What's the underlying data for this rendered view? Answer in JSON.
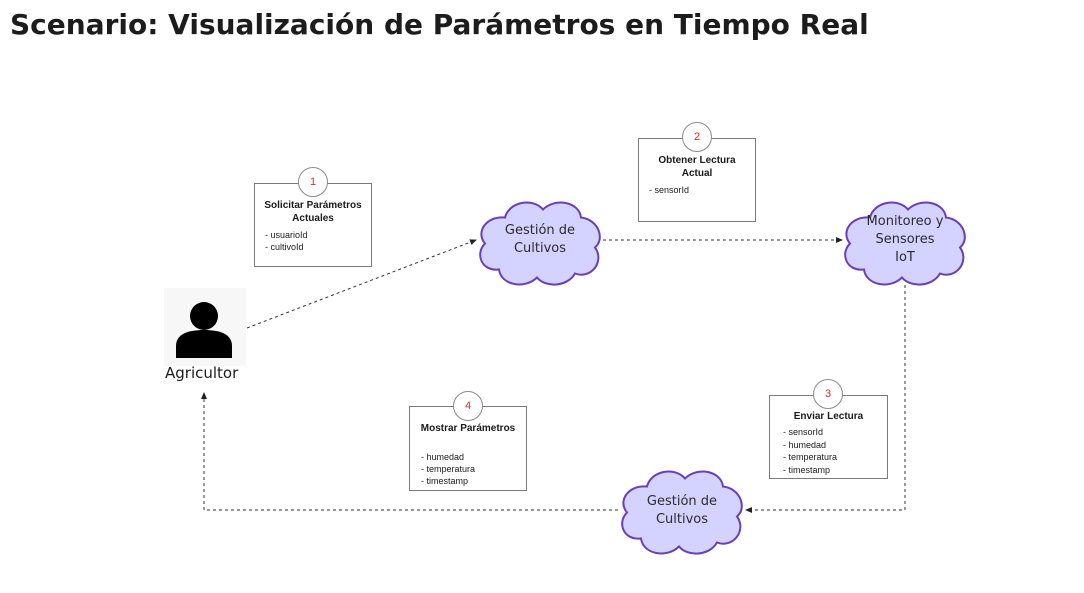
{
  "title": "Scenario: Visualización de Parámetros en Tiempo Real",
  "colors": {
    "cloud_fill": "#d4d2ff",
    "cloud_stroke": "#6a3fb5",
    "number_color": "#d92b2b",
    "connector": "#333333"
  },
  "actor": {
    "label": "Agricultor",
    "icon": "user-icon"
  },
  "clouds": {
    "gestion_top": {
      "label_line1": "Gestión de",
      "label_line2": "Cultivos"
    },
    "iot": {
      "label_line1": "Monitoreo y",
      "label_line2": "Sensores",
      "label_line3": "IoT"
    },
    "gestion_bottom": {
      "label_line1": "Gestión de",
      "label_line2": "Cultivos"
    }
  },
  "steps": [
    {
      "number": "1",
      "title_line1": "Solicitar Parámetros",
      "title_line2": "Actuales",
      "params": [
        "usuarioId",
        "cultivoId"
      ]
    },
    {
      "number": "2",
      "title_line1": "Obtener Lectura",
      "title_line2": "Actual",
      "params": [
        "sensorId"
      ]
    },
    {
      "number": "3",
      "title_line1": "Enviar Lectura",
      "title_line2": "",
      "params": [
        "sensorId",
        "humedad",
        "temperatura",
        "timestamp"
      ]
    },
    {
      "number": "4",
      "title_line1": "Mostrar Parámetros",
      "title_line2": "",
      "params": [
        "humedad",
        "temperatura",
        "timestamp"
      ]
    }
  ]
}
